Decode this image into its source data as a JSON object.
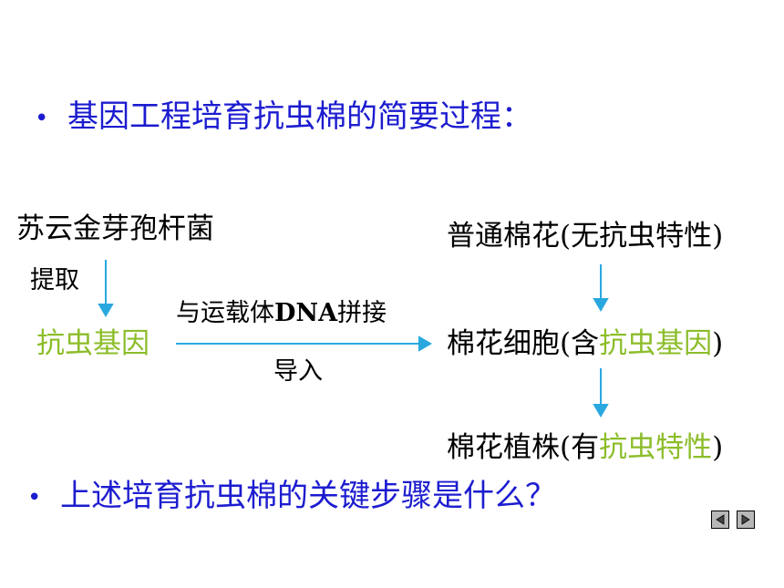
{
  "title": {
    "bullet": "•",
    "text": "基因工程培育抗虫棉的简要过程："
  },
  "left": {
    "source": "苏云金芽孢杆菌",
    "extract_label": "提取",
    "gene": "抗虫基因"
  },
  "middle": {
    "splice_label": "与运载体DNA拼接",
    "import_label": "导入"
  },
  "right": {
    "cotton_plain": "普通棉花(无抗虫特性)",
    "cell_prefix": "棉花细胞(含",
    "cell_highlight": "抗虫基因",
    "cell_suffix": ")",
    "plant_prefix": "棉花植株(有",
    "plant_highlight": "抗虫特性",
    "plant_suffix": ")"
  },
  "question": {
    "bullet": "•",
    "text": "上述培育抗虫棉的关键步骤是什么？"
  },
  "colors": {
    "title_blue": "#1c1cd0",
    "highlight_green": "#8cbd2a",
    "arrow_cyan": "#29a8e0"
  },
  "nav": {
    "prev_icon": "triangle-left-icon",
    "next_icon": "triangle-right-icon"
  }
}
